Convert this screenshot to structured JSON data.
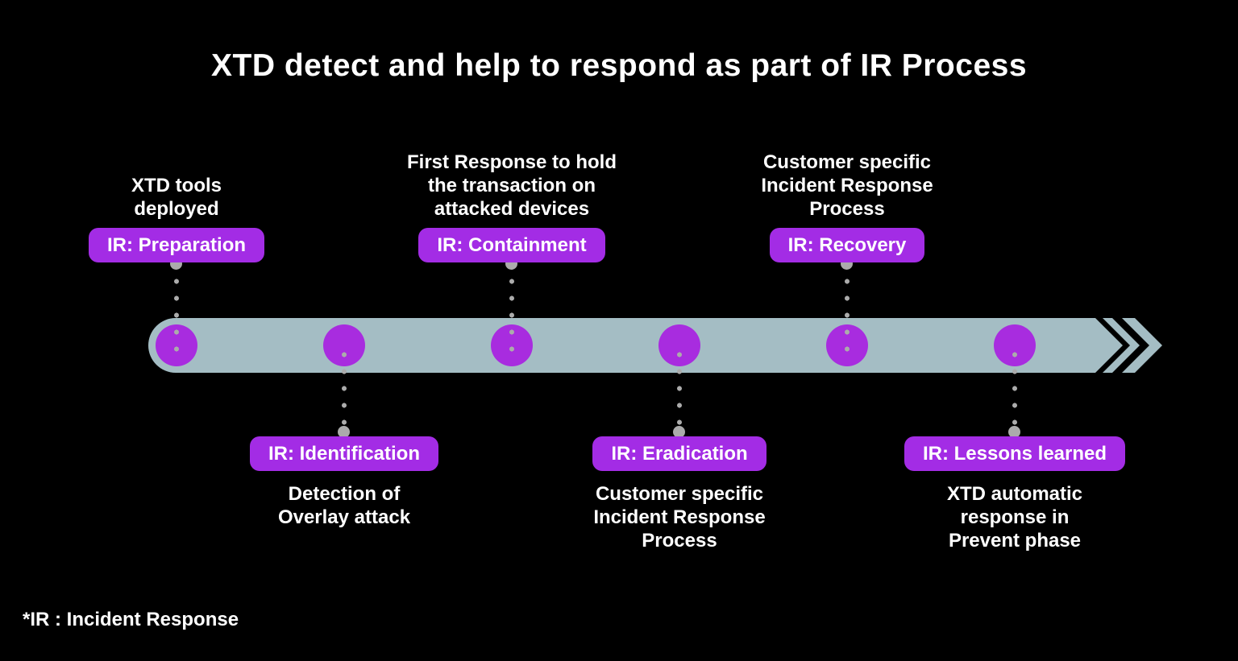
{
  "title": "XTD detect and help to respond as part of IR Process",
  "footnote": "*IR : Incident Response",
  "colors": {
    "background": "#000000",
    "band": "#A4BDC4",
    "pill_purple": "#A32CE5",
    "node_purple": "#A82CDF",
    "connector_gray": "#ABABAB",
    "text": "#FFFFFF"
  },
  "steps": [
    {
      "pill": "IR: Preparation",
      "description": "XTD tools\ndeployed",
      "position": "top"
    },
    {
      "pill": "IR: Identification",
      "description": "Detection of\nOverlay attack",
      "position": "bottom"
    },
    {
      "pill": "IR: Containment",
      "description": "First Response to hold\nthe transaction on\nattacked devices",
      "position": "top"
    },
    {
      "pill": "IR: Eradication",
      "description": "Customer specific\nIncident Response\nProcess",
      "position": "bottom"
    },
    {
      "pill": "IR: Recovery",
      "description": "Customer specific\nIncident Response\nProcess",
      "position": "top"
    },
    {
      "pill": "IR: Lessons learned",
      "description": "XTD automatic\nresponse in\nPrevent phase",
      "position": "bottom"
    }
  ]
}
